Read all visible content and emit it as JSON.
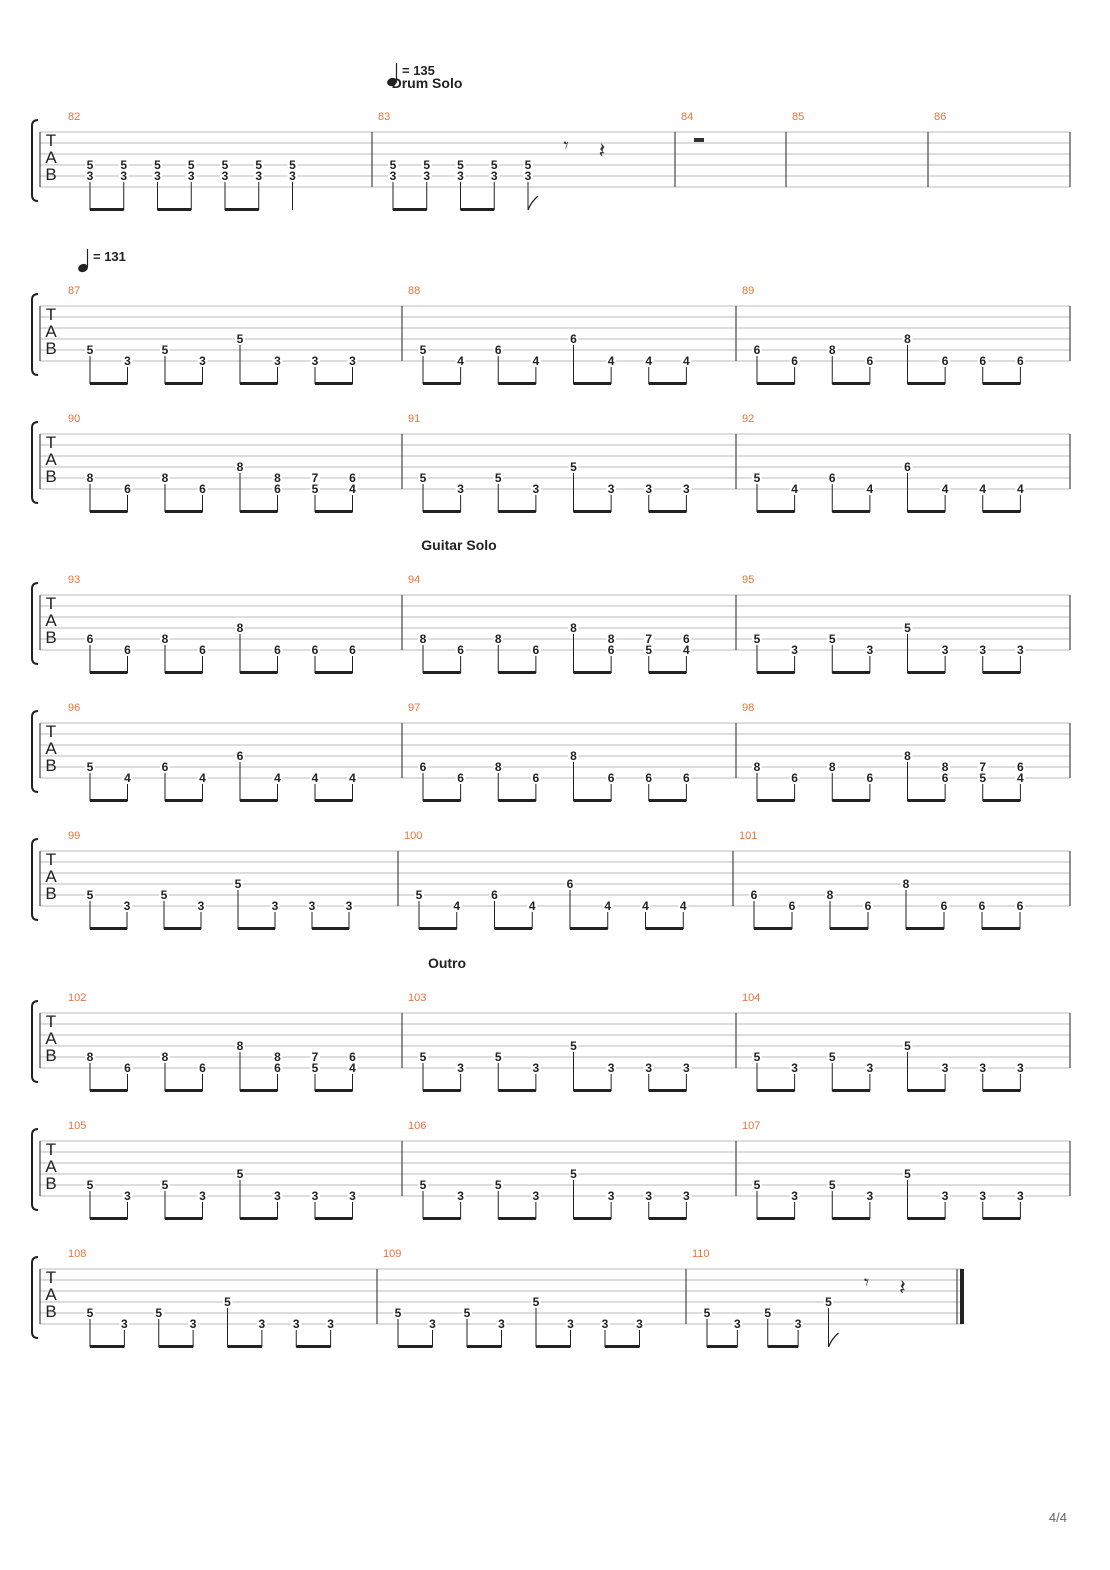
{
  "page": {
    "number_label": "4/4"
  },
  "colors": {
    "bar_number": "#e8743b",
    "staff_line": "#bbbbbb",
    "ink": "#222222",
    "rest": "#333333"
  },
  "clef_letters": [
    "T",
    "A",
    "B"
  ],
  "tempo_marks": [
    {
      "label": "= 135",
      "system": 0
    },
    {
      "label": "= 131",
      "system": 1
    }
  ],
  "section_labels": [
    {
      "label": "Drum Solo",
      "system": 0
    },
    {
      "label": "Guitar Solo",
      "system": 3
    },
    {
      "label": "Outro",
      "system": 6
    }
  ],
  "systems": [
    {
      "measures": [
        {
          "number": "82",
          "notes": [
            [
              "5",
              "3"
            ],
            [
              "5",
              "3"
            ],
            [
              "5",
              "3"
            ],
            [
              "5",
              "3"
            ],
            [
              "5",
              "3"
            ],
            [
              "5",
              "3"
            ],
            [
              "5",
              "3"
            ]
          ]
        },
        {
          "number": "83",
          "notes": [
            [
              "5",
              "3"
            ],
            [
              "5",
              "3"
            ],
            [
              "5",
              "3"
            ],
            [
              "5",
              "3"
            ],
            [
              "5",
              "3"
            ]
          ],
          "end": [
            "eighth-rest",
            "quarter-rest"
          ]
        },
        {
          "number": "84",
          "notes": [],
          "whole_rest": true
        },
        {
          "number": "85",
          "notes": []
        },
        {
          "number": "86",
          "notes": []
        }
      ]
    },
    {
      "measures": [
        {
          "number": "87",
          "notes": [
            [
              "5"
            ],
            [
              "3"
            ],
            [
              "5"
            ],
            [
              "3"
            ],
            [
              "5"
            ],
            [
              "3"
            ],
            [
              "3"
            ],
            [
              "3"
            ]
          ]
        },
        {
          "number": "88",
          "notes": [
            [
              "5"
            ],
            [
              "4"
            ],
            [
              "6"
            ],
            [
              "4"
            ],
            [
              "6"
            ],
            [
              "4"
            ],
            [
              "4"
            ],
            [
              "4"
            ]
          ]
        },
        {
          "number": "89",
          "notes": [
            [
              "6"
            ],
            [
              "6"
            ],
            [
              "8"
            ],
            [
              "6"
            ],
            [
              "8"
            ],
            [
              "6"
            ],
            [
              "6"
            ],
            [
              "6"
            ]
          ]
        }
      ]
    },
    {
      "measures": [
        {
          "number": "90",
          "notes": [
            [
              "8"
            ],
            [
              "6"
            ],
            [
              "8"
            ],
            [
              "6"
            ],
            [
              "8"
            ],
            [
              "8",
              "6"
            ],
            [
              "7",
              "5"
            ],
            [
              "6",
              "4"
            ]
          ]
        },
        {
          "number": "91",
          "notes": [
            [
              "5"
            ],
            [
              "3"
            ],
            [
              "5"
            ],
            [
              "3"
            ],
            [
              "5"
            ],
            [
              "3"
            ],
            [
              "3"
            ],
            [
              "3"
            ]
          ]
        },
        {
          "number": "92",
          "notes": [
            [
              "5"
            ],
            [
              "4"
            ],
            [
              "6"
            ],
            [
              "4"
            ],
            [
              "6"
            ],
            [
              "4"
            ],
            [
              "4"
            ],
            [
              "4"
            ]
          ]
        }
      ]
    },
    {
      "measures": [
        {
          "number": "93",
          "notes": [
            [
              "6"
            ],
            [
              "6"
            ],
            [
              "8"
            ],
            [
              "6"
            ],
            [
              "8"
            ],
            [
              "6"
            ],
            [
              "6"
            ],
            [
              "6"
            ]
          ]
        },
        {
          "number": "94",
          "notes": [
            [
              "8"
            ],
            [
              "6"
            ],
            [
              "8"
            ],
            [
              "6"
            ],
            [
              "8"
            ],
            [
              "8",
              "6"
            ],
            [
              "7",
              "5"
            ],
            [
              "6",
              "4"
            ]
          ]
        },
        {
          "number": "95",
          "notes": [
            [
              "5"
            ],
            [
              "3"
            ],
            [
              "5"
            ],
            [
              "3"
            ],
            [
              "5"
            ],
            [
              "3"
            ],
            [
              "3"
            ],
            [
              "3"
            ]
          ]
        }
      ]
    },
    {
      "measures": [
        {
          "number": "96",
          "notes": [
            [
              "5"
            ],
            [
              "4"
            ],
            [
              "6"
            ],
            [
              "4"
            ],
            [
              "6"
            ],
            [
              "4"
            ],
            [
              "4"
            ],
            [
              "4"
            ]
          ]
        },
        {
          "number": "97",
          "notes": [
            [
              "6"
            ],
            [
              "6"
            ],
            [
              "8"
            ],
            [
              "6"
            ],
            [
              "8"
            ],
            [
              "6"
            ],
            [
              "6"
            ],
            [
              "6"
            ]
          ]
        },
        {
          "number": "98",
          "notes": [
            [
              "8"
            ],
            [
              "6"
            ],
            [
              "8"
            ],
            [
              "6"
            ],
            [
              "8"
            ],
            [
              "8",
              "6"
            ],
            [
              "7",
              "5"
            ],
            [
              "6",
              "4"
            ]
          ]
        }
      ]
    },
    {
      "measures": [
        {
          "number": "99",
          "notes": [
            [
              "5"
            ],
            [
              "3"
            ],
            [
              "5"
            ],
            [
              "3"
            ],
            [
              "5"
            ],
            [
              "3"
            ],
            [
              "3"
            ],
            [
              "3"
            ]
          ]
        },
        {
          "number": "100",
          "notes": [
            [
              "5"
            ],
            [
              "4"
            ],
            [
              "6"
            ],
            [
              "4"
            ],
            [
              "6"
            ],
            [
              "4"
            ],
            [
              "4"
            ],
            [
              "4"
            ]
          ]
        },
        {
          "number": "101",
          "notes": [
            [
              "6"
            ],
            [
              "6"
            ],
            [
              "8"
            ],
            [
              "6"
            ],
            [
              "8"
            ],
            [
              "6"
            ],
            [
              "6"
            ],
            [
              "6"
            ]
          ]
        }
      ]
    },
    {
      "measures": [
        {
          "number": "102",
          "notes": [
            [
              "8"
            ],
            [
              "6"
            ],
            [
              "8"
            ],
            [
              "6"
            ],
            [
              "8"
            ],
            [
              "8",
              "6"
            ],
            [
              "7",
              "5"
            ],
            [
              "6",
              "4"
            ]
          ]
        },
        {
          "number": "103",
          "notes": [
            [
              "5"
            ],
            [
              "3"
            ],
            [
              "5"
            ],
            [
              "3"
            ],
            [
              "5"
            ],
            [
              "3"
            ],
            [
              "3"
            ],
            [
              "3"
            ]
          ]
        },
        {
          "number": "104",
          "notes": [
            [
              "5"
            ],
            [
              "3"
            ],
            [
              "5"
            ],
            [
              "3"
            ],
            [
              "5"
            ],
            [
              "3"
            ],
            [
              "3"
            ],
            [
              "3"
            ]
          ]
        }
      ]
    },
    {
      "measures": [
        {
          "number": "105",
          "notes": [
            [
              "5"
            ],
            [
              "3"
            ],
            [
              "5"
            ],
            [
              "3"
            ],
            [
              "5"
            ],
            [
              "3"
            ],
            [
              "3"
            ],
            [
              "3"
            ]
          ]
        },
        {
          "number": "106",
          "notes": [
            [
              "5"
            ],
            [
              "3"
            ],
            [
              "5"
            ],
            [
              "3"
            ],
            [
              "5"
            ],
            [
              "3"
            ],
            [
              "3"
            ],
            [
              "3"
            ]
          ]
        },
        {
          "number": "107",
          "notes": [
            [
              "5"
            ],
            [
              "3"
            ],
            [
              "5"
            ],
            [
              "3"
            ],
            [
              "5"
            ],
            [
              "3"
            ],
            [
              "3"
            ],
            [
              "3"
            ]
          ]
        }
      ]
    },
    {
      "measures": [
        {
          "number": "108",
          "notes": [
            [
              "5"
            ],
            [
              "3"
            ],
            [
              "5"
            ],
            [
              "3"
            ],
            [
              "5"
            ],
            [
              "3"
            ],
            [
              "3"
            ],
            [
              "3"
            ]
          ]
        },
        {
          "number": "109",
          "notes": [
            [
              "5"
            ],
            [
              "3"
            ],
            [
              "5"
            ],
            [
              "3"
            ],
            [
              "5"
            ],
            [
              "3"
            ],
            [
              "3"
            ],
            [
              "3"
            ]
          ]
        },
        {
          "number": "110",
          "notes": [
            [
              "5"
            ],
            [
              "3"
            ],
            [
              "5"
            ],
            [
              "3"
            ],
            [
              "5"
            ]
          ],
          "end": [
            "eighth-rest",
            "quarter-rest"
          ],
          "final_barline": true
        }
      ]
    }
  ]
}
